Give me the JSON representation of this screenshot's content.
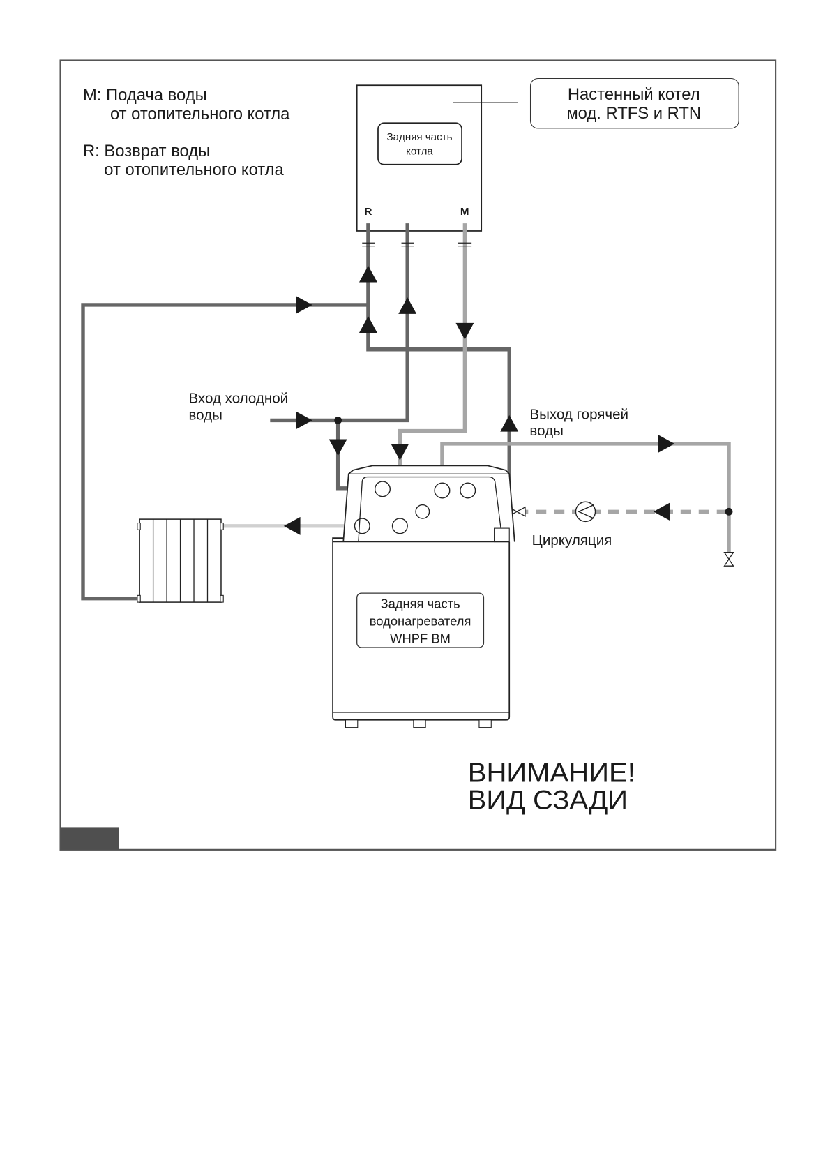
{
  "legend": {
    "m_line1": "M: Подача воды",
    "m_line2": "от отопительного котла",
    "r_line1": "R: Возврат воды",
    "r_line2": "от отопительного котла"
  },
  "boiler": {
    "callout_line1": "Настенный котел",
    "callout_line2": "мод. RTFS и RTN",
    "inner_label_line1": "Задняя часть",
    "inner_label_line2": "котла",
    "port_r": "R",
    "port_m": "M"
  },
  "labels": {
    "cold_in_line1": "Вход холодной",
    "cold_in_line2": "воды",
    "hot_out_line1": "Выход горячей",
    "hot_out_line2": "воды",
    "circulation": "Циркуляция"
  },
  "heater": {
    "label_line1": "Задняя часть",
    "label_line2": "водонагревателя",
    "label_line3": "WHPF BM"
  },
  "warning": {
    "line1": "ВНИМАНИЕ!",
    "line2": "ВИД СЗАДИ"
  },
  "colors": {
    "frame": "#555555",
    "pipe_heating": "#666666",
    "pipe_supply": "#a6a6a6",
    "pipe_radiator": "#d0d0d0",
    "arrow": "#1a1a1a",
    "corner_tab": "#4f4f4f"
  }
}
